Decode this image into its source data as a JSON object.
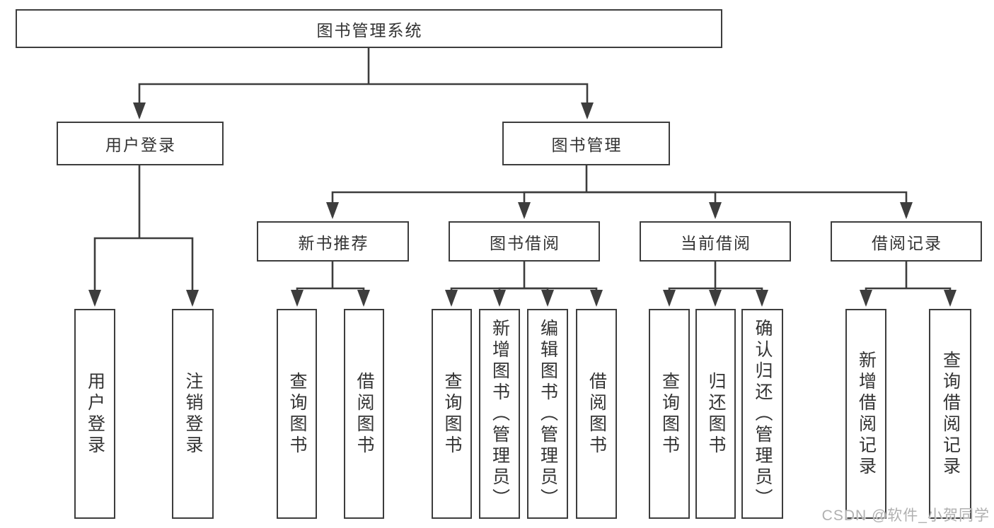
{
  "diagram": {
    "root": {
      "label": "图书管理系统"
    },
    "branches": [
      {
        "label": "用户登录",
        "leaves": [
          {
            "label": "用户登录"
          },
          {
            "label": "注销登录"
          }
        ]
      },
      {
        "label": "图书管理",
        "groups": [
          {
            "label": "新书推荐",
            "leaves": [
              {
                "label": "查询图书"
              },
              {
                "label": "借阅图书"
              }
            ]
          },
          {
            "label": "图书借阅",
            "leaves": [
              {
                "label": "查询图书"
              },
              {
                "label": "新增图书（管理员）"
              },
              {
                "label": "编辑图书（管理员）"
              },
              {
                "label": "借阅图书"
              }
            ]
          },
          {
            "label": "当前借阅",
            "leaves": [
              {
                "label": "查询图书"
              },
              {
                "label": "归还图书"
              },
              {
                "label": "确认归还（管理员）"
              }
            ]
          },
          {
            "label": "借阅记录",
            "leaves": [
              {
                "label": "新增借阅记录"
              },
              {
                "label": "查询借阅记录"
              }
            ]
          }
        ]
      }
    ]
  },
  "watermark": {
    "text": "CSDN @软件_小贺同学"
  },
  "colors": {
    "line": "#3d3d3d",
    "text": "#333333",
    "watermark": "#b0b0b0",
    "background": "#ffffff"
  }
}
